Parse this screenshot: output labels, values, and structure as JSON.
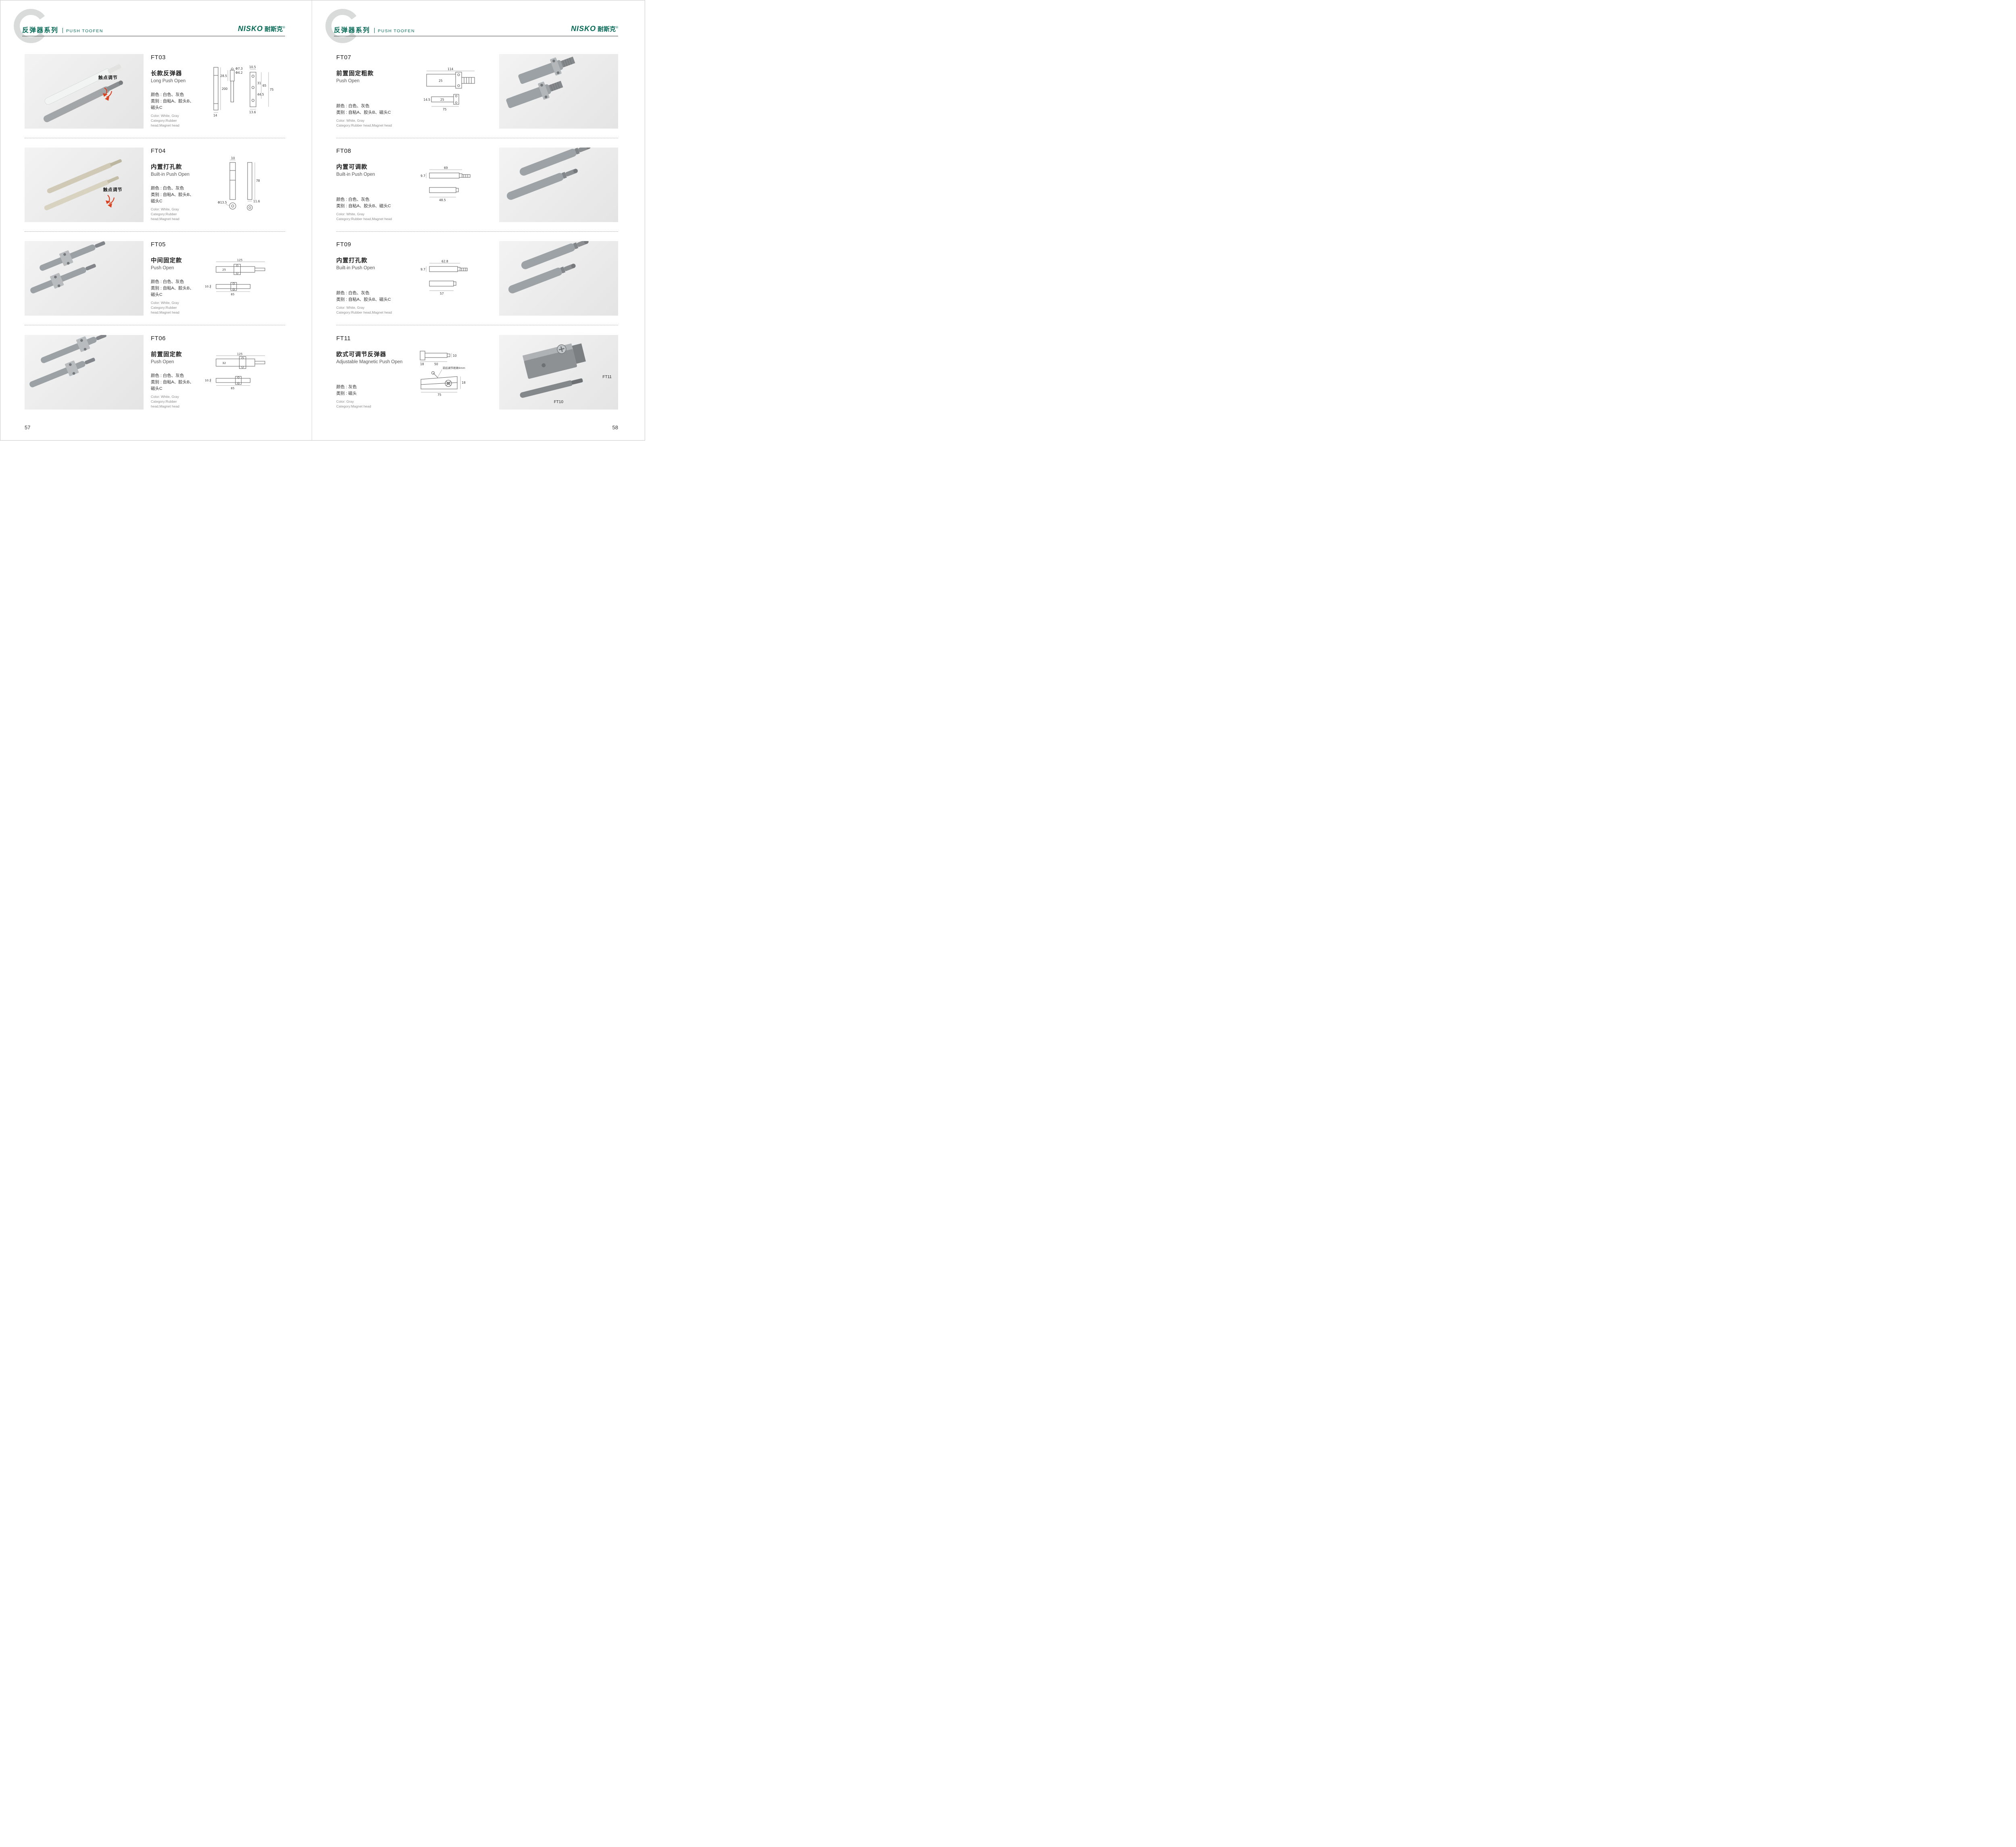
{
  "colors": {
    "accent": "#066a57",
    "photo_bg": "#ececec",
    "drawing_line": "#5a5a5a",
    "arrow_red": "#d8411f"
  },
  "header": {
    "series_cn": "反弹器系列",
    "series_en": "PUSH TOOFEN",
    "brand_name": "NISKO",
    "brand_cn": "耐斯克",
    "brand_reg": "®"
  },
  "pages": [
    {
      "number": "57",
      "products": [
        {
          "code": "FT03",
          "name_cn": "长款反弹器",
          "name_en": "Long Push Open",
          "spec_color_cn": "颜色 : 白色、灰色",
          "spec_type_cn": "类别 : 自粘A、胶头B、磁头C",
          "spec_color_en": "Color: White, Gray",
          "spec_type_en": "Category:Rubber head,Magnet head",
          "photo_note": "触点调节",
          "dims": [
            "200",
            "14",
            "Φ7.3",
            "Φ4.2",
            "28.5",
            "10.5",
            "31",
            "44.5",
            "13.6",
            "65",
            "75"
          ]
        },
        {
          "code": "FT04",
          "name_cn": "内置打孔款",
          "name_en": "Built-in Push Open",
          "spec_color_cn": "颜色 : 白色、灰色",
          "spec_type_cn": "类别 : 自粘A、胶头B、磁头C",
          "spec_color_en": "Color: White, Gray",
          "spec_type_en": "Category:Rubber head,Magnet head",
          "photo_note": "触点调节",
          "dims": [
            "10",
            "78",
            "11.6",
            "Φ13.5"
          ]
        },
        {
          "code": "FT05",
          "name_cn": "中间固定款",
          "name_en": "Push Open",
          "spec_color_cn": "颜色 : 白色、灰色",
          "spec_type_cn": "类别 : 自粘A、胶头B、磁头C",
          "spec_color_en": "Color: White, Gray",
          "spec_type_en": "Category:Rubber head,Magnet head",
          "dims": [
            "125",
            "25",
            "10.2",
            "85"
          ]
        },
        {
          "code": "FT06",
          "name_cn": "前置固定款",
          "name_en": "Push Open",
          "spec_color_cn": "颜色 : 白色、灰色",
          "spec_type_cn": "类别 : 自粘A、胶头B、磁头C",
          "spec_color_en": "Color: White, Gray",
          "spec_type_en": "Category:Rubber head,Magnet head",
          "dims": [
            "125",
            "32",
            "10.2",
            "85"
          ]
        }
      ]
    },
    {
      "number": "58",
      "products": [
        {
          "code": "FT07",
          "name_cn": "前置固定粗款",
          "name_en": "Push Open",
          "spec_color_cn": "颜色 : 白色、灰色",
          "spec_type_cn": "类别 : 自粘A、胶头B、磁头C",
          "spec_color_en": "Color: White, Gray",
          "spec_type_en": "Category:Rubber head,Magnet head",
          "dims": [
            "114",
            "25",
            "14.5",
            "25",
            "75"
          ]
        },
        {
          "code": "FT08",
          "name_cn": "内置可调款",
          "name_en": "Built-in Push Open",
          "spec_color_cn": "颜色 : 白色、灰色",
          "spec_type_cn": "类别 : 自粘A、胶头B、磁头C",
          "spec_color_en": "Color: White, Gray",
          "spec_type_en": "Category:Rubber head,Magnet head",
          "dims": [
            "69",
            "9.7",
            "48.5"
          ]
        },
        {
          "code": "FT09",
          "name_cn": "内置打孔款",
          "name_en": "Built-in Push Open",
          "spec_color_cn": "颜色 : 白色、灰色",
          "spec_type_cn": "类别 : 自粘A、胶头B、磁头C",
          "spec_color_en": "Color: White, Gray",
          "spec_type_en": "Category:Rubber head,Magnet head",
          "dims": [
            "62.8",
            "9.7",
            "57"
          ]
        },
        {
          "code": "FT11",
          "name_cn": "欧式可调节反弹器",
          "name_en": "Adjustable Magnetic Push Open",
          "spec_color_cn": "颜色 : 灰色",
          "spec_type_cn": "类别 : 磁头",
          "spec_color_en": "Color:  Gray",
          "spec_type_en": "Category:Magnet head",
          "dims": [
            "10",
            "18",
            "50",
            "18",
            "75",
            "前后调节距离6mm"
          ],
          "photo_labels": [
            "FT11",
            "FT10"
          ]
        }
      ]
    }
  ]
}
